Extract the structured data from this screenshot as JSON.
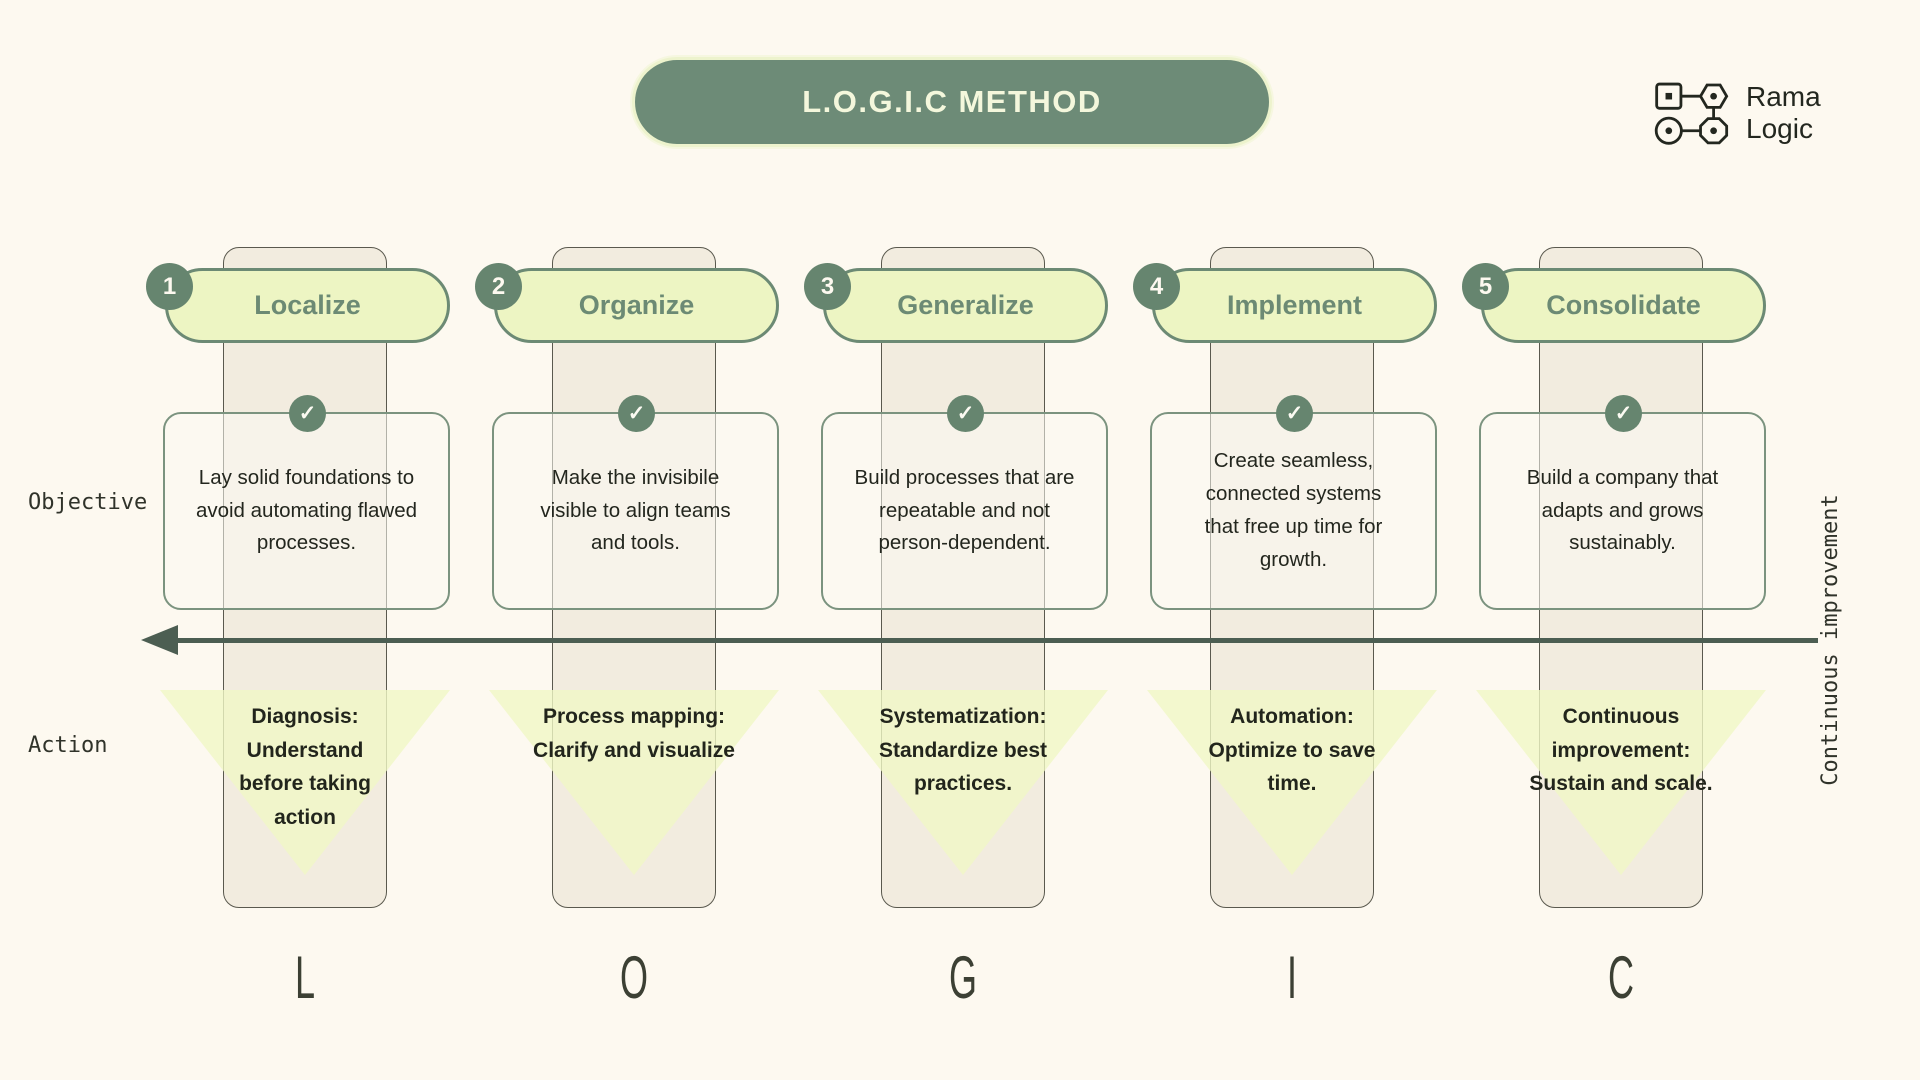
{
  "title": "L.O.G.I.C METHOD",
  "logo": {
    "line1": "Rama",
    "line2": "Logic"
  },
  "row_labels": {
    "objective": "Objective",
    "action": "Action"
  },
  "arrow_label": "Continuous improvement",
  "colors": {
    "background": "#fdf9f0",
    "sage_dark": "#6d8b77",
    "sage_badge": "#66856f",
    "pill_fill": "#edf5c3",
    "pill_border": "#6c8a74",
    "strip_fill": "#f2ecdf",
    "card_border": "#7b937f",
    "arrow": "#4c5e52",
    "triangle": "#f0f7c6",
    "text_dark": "#23271f",
    "title_text": "#f4f7dc"
  },
  "columns": [
    {
      "number": "1",
      "name": "Localize",
      "letter": "L",
      "objective": "Lay solid foundations to\navoid automating flawed\nprocesses.",
      "action": "Diagnosis:\nUnderstand\nbefore taking\naction"
    },
    {
      "number": "2",
      "name": "Organize",
      "letter": "O",
      "objective": "Make the invisibile\nvisible to align teams\nand tools.",
      "action": "Process mapping:\nClarify and visualize"
    },
    {
      "number": "3",
      "name": "Generalize",
      "letter": "G",
      "objective": "Build processes that are\nrepeatable and not\nperson-dependent.",
      "action": "Systematization:\nStandardize best\npractices."
    },
    {
      "number": "4",
      "name": "Implement",
      "letter": "I",
      "objective": "Create seamless,\nconnected systems\nthat free up time for\ngrowth.",
      "action": "Automation:\nOptimize to save\ntime."
    },
    {
      "number": "5",
      "name": "Consolidate",
      "letter": "C",
      "objective": "Build a company that\nadapts and grows\nsustainably.",
      "action": "Continuous\nimprovement:\nSustain and scale."
    }
  ],
  "check_glyph": "✓"
}
